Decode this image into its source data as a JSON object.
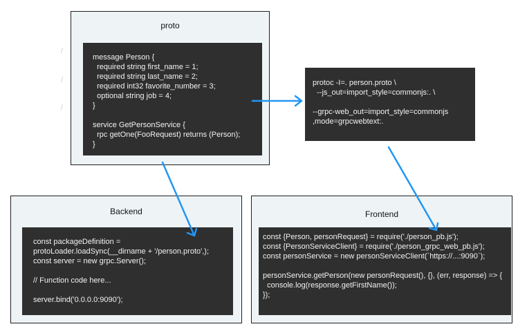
{
  "colors": {
    "panel_bg": "#eef4f6",
    "code_bg": "#2f2f2f",
    "code_text": "#f2f2f2",
    "arrow": "#2196f3"
  },
  "proto": {
    "title": "proto",
    "code": [
      "message Person {",
      "  required string first_name = 1;",
      "  required string last_name = 2;",
      "  required int32 favorite_number = 3;",
      "  optional string job = 4;",
      "}",
      "",
      "service GetPersonService {",
      "  rpc getOne(FooRequest) returns (Person);",
      "}"
    ]
  },
  "protoc": {
    "code": [
      "protoc -I=. person.proto \\",
      "  --js_out=import_style=commonjs:. \\",
      "",
      "--grpc-web_out=import_style=commonjs",
      ",mode=grpcwebtext:."
    ]
  },
  "backend": {
    "title": "Backend",
    "code": [
      "const packageDefinition =",
      "protoLoader.loadSync(__dirname + '/person.proto',);",
      "const server = new grpc.Server();",
      "",
      "// Function code here...",
      "",
      "server.bind('0.0.0.0:9090');"
    ]
  },
  "frontend": {
    "title": "Frontend",
    "code": [
      "const {Person, personRequest} = require('./person_pb.js');",
      "const {PersonServiceClient} = require('./person_grpc_web_pb.js');",
      "const personService = new personServiceClient(`https://...:9090`);",
      "",
      "personService.getPerson(new personRequest(), {}, (err, response) => {",
      "  console.log(response.getFirstName());",
      "});"
    ]
  }
}
